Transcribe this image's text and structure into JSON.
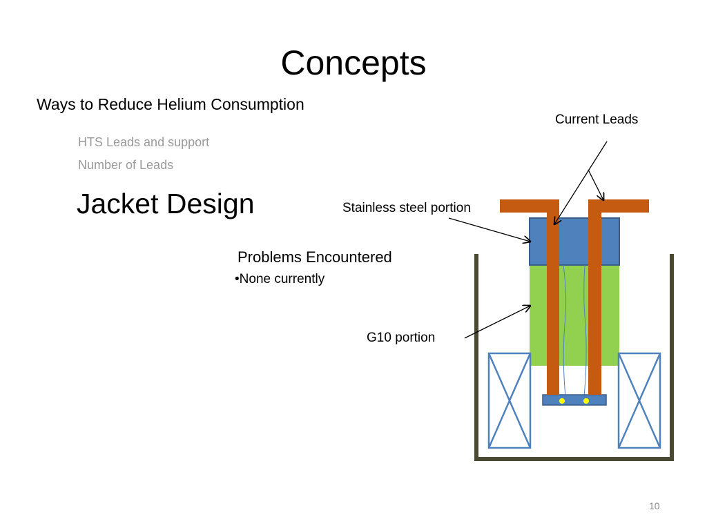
{
  "slide": {
    "title": "Concepts",
    "subtitle": "Ways to Reduce Helium Consumption",
    "items": [
      "HTS Leads and support",
      "Number of Leads"
    ],
    "heading": "Jacket Design",
    "problems_title": "Problems Encountered",
    "problems_item": "•None currently",
    "page_number": "10"
  },
  "diagram": {
    "labels": {
      "current_leads": "Current Leads",
      "stainless": "Stainless steel portion",
      "g10": "G10 portion"
    },
    "colors": {
      "container": "#4a4a32",
      "stainless": "#4f81bd",
      "g10": "#92d050",
      "leads": "#c55a11",
      "coil": "#4f81bd",
      "dots": "#ffff00"
    }
  }
}
